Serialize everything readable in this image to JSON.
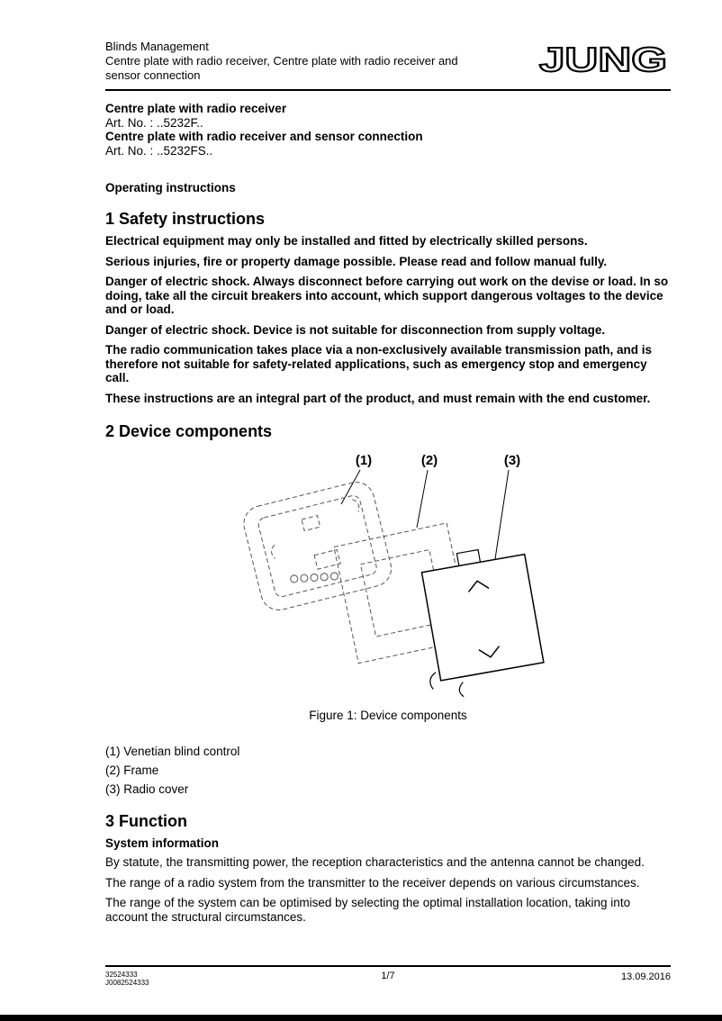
{
  "header": {
    "title": "Blinds Management",
    "subtitle_line1": "Centre plate with radio receiver, Centre plate with radio receiver and",
    "subtitle_line2": "sensor connection",
    "logo_text": "JUNG"
  },
  "product_info": {
    "product1_name": "Centre plate with radio receiver",
    "product1_art_no": "Art. No. : ..5232F..",
    "product2_name": "Centre plate with radio receiver and sensor connection",
    "product2_art_no": "Art. No. : ..5232FS..",
    "doc_type": "Operating instructions"
  },
  "safety": {
    "title": "1 Safety instructions",
    "paragraphs": [
      "Electrical equipment may only be installed and fitted by electrically skilled persons.",
      "Serious injuries, fire or property damage possible. Please read and follow manual fully.",
      "Danger of electric shock. Always disconnect before carrying out work on the devise or load. In so doing, take all the circuit breakers into account, which support dangerous voltages to the device and or load.",
      "Danger of electric shock. Device is not suitable for disconnection from supply voltage.",
      "The radio communication takes place via a non-exclusively available transmission path, and is therefore not suitable for safety-related applications, such as emergency stop and emergency call.",
      "These instructions are an integral part of the product, and must remain with the end customer."
    ]
  },
  "components": {
    "title": "2 Device components",
    "figure": {
      "labels": [
        "(1)",
        "(2)",
        "(3)"
      ],
      "caption": "Figure 1: Device components"
    },
    "legend": [
      "(1) Venetian blind control",
      "(2) Frame",
      "(3) Radio cover"
    ]
  },
  "function": {
    "title": "3 Function",
    "subheading": "System information",
    "paragraphs": [
      "By statute, the transmitting power, the reception characteristics and the antenna cannot be changed.",
      "The range of a radio system from the transmitter to the receiver depends on various circumstances.",
      "The range of the system can be optimised by selecting the optimal installation location, taking into account the structural circumstances."
    ]
  },
  "footer": {
    "doc_no_1": "32524333",
    "doc_no_2": "J0082524333",
    "page": "1/7",
    "date": "13.09.2016"
  }
}
